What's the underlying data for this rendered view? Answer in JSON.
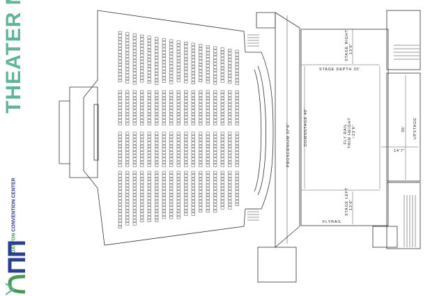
{
  "title": "THEATER MAP",
  "brand": {
    "logo": "DCC",
    "name_part1": "DAYTON",
    "name_part2": "CONVENTION CENTER"
  },
  "colors": {
    "title": "#5fb49a",
    "brand_blue": "#2a3f8f",
    "brand_green": "#4a9a55",
    "lines": "#333333"
  },
  "labels": {
    "proscenium": "PROSCENIUM 37'6\"",
    "downstage": "DOWNSTAGE 40'",
    "stage_depth": "STAGE DEPTH 30'",
    "stage_right": "STAGE RIGHT",
    "stage_right_dim": "13'6\"",
    "stage_left": "STAGE LEFT",
    "stage_left_dim": "13'6\"",
    "fly_rail": "FLY RAIL",
    "trim_height": "TRIM HEIGHT",
    "trim_height_dim": "~23'6\"",
    "upstage": "UPSTAGE",
    "upstage_width": "36'",
    "upstage_depth": "14'7\"",
    "flyrail": "FLYRAIL"
  }
}
